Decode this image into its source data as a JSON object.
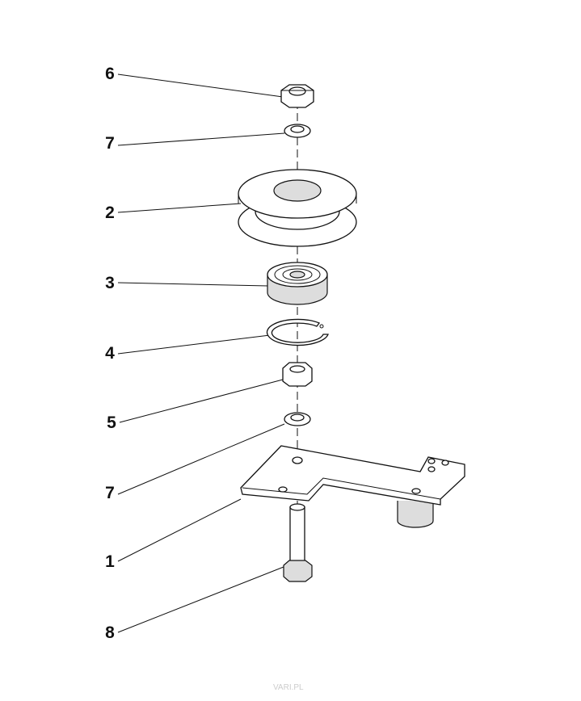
{
  "callouts": [
    {
      "part": "6",
      "name": "top-nut"
    },
    {
      "part": "7",
      "name": "top-washer"
    },
    {
      "part": "2",
      "name": "pulley"
    },
    {
      "part": "3",
      "name": "bearing"
    },
    {
      "part": "4",
      "name": "circlip"
    },
    {
      "part": "5",
      "name": "nut"
    },
    {
      "part": "7",
      "name": "lower-washer"
    },
    {
      "part": "1",
      "name": "bracket"
    },
    {
      "part": "8",
      "name": "bolt"
    }
  ],
  "watermark": "VARI.PL"
}
